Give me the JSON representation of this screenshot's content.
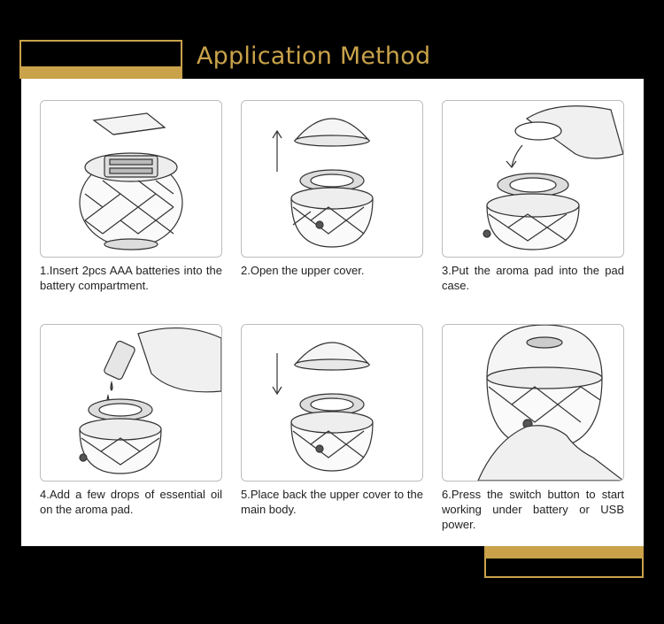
{
  "header": {
    "title": "Application Method"
  },
  "steps": [
    {
      "caption": "1.Insert 2pcs AAA batteries into the battery compartment."
    },
    {
      "caption": "2.Open the upper cover."
    },
    {
      "caption": "3.Put the aroma pad into the pad case."
    },
    {
      "caption": "4.Add a few drops of essential oil on the aroma pad."
    },
    {
      "caption": "5.Place back the upper cover to the main body."
    },
    {
      "caption": "6.Press the switch button to start working under battery or USB power."
    }
  ],
  "colors": {
    "accent": "#c9a24a",
    "background": "#000000",
    "panel": "#ffffff"
  }
}
